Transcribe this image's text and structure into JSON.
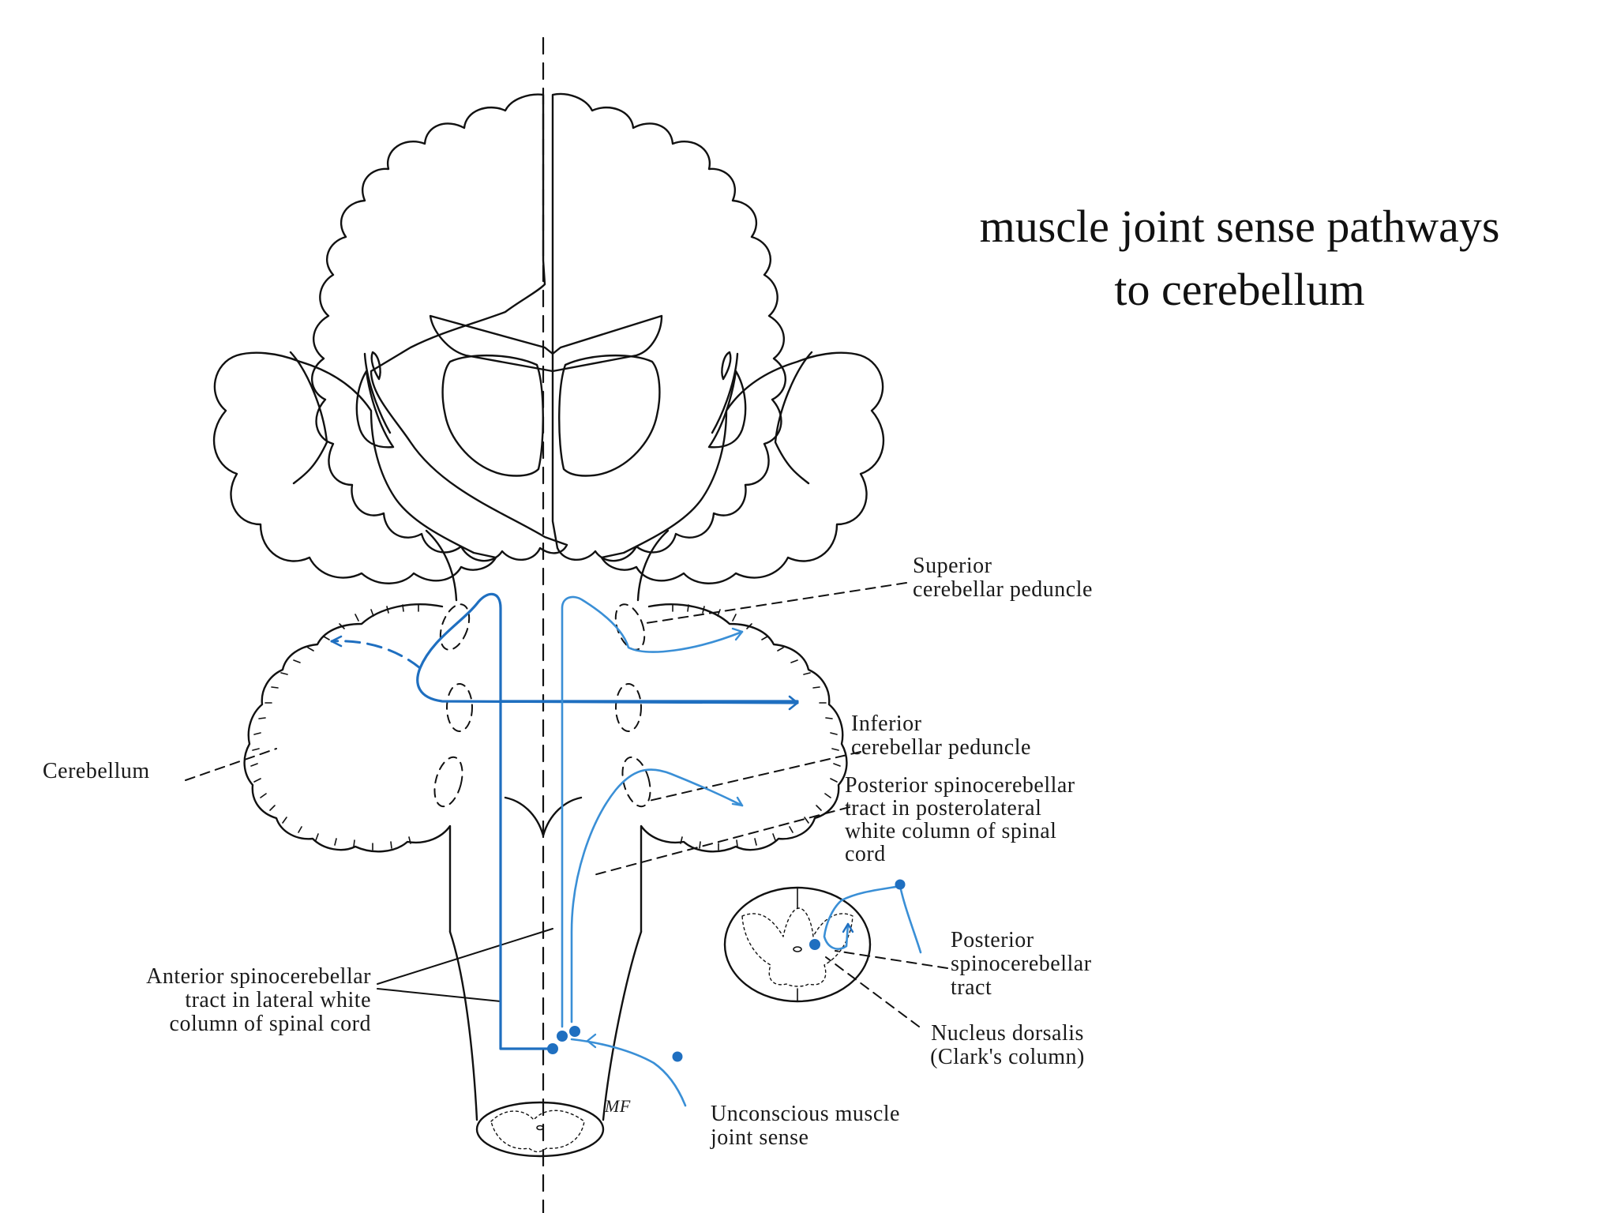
{
  "title": {
    "line1": "muscle joint sense pathways",
    "line2": "to cerebellum"
  },
  "labels": {
    "superior_peduncle": [
      "Superior",
      "cerebellar peduncle"
    ],
    "inferior_peduncle": [
      "Inferior",
      "cerebellar peduncle"
    ],
    "posterior_tract_cord": [
      "Posterior spinocerebellar",
      "tract in posterolateral",
      "white column of spinal",
      "cord"
    ],
    "cerebellum": "Cerebellum",
    "anterior_tract": [
      "Anterior spinocerebellar",
      "tract in  lateral white",
      "column of spinal cord"
    ],
    "posterior_tract_cross": [
      "Posterior",
      "spinocerebellar",
      "tract"
    ],
    "nucleus_dorsalis": [
      "Nucleus dorsalis",
      "(Clark's column)"
    ],
    "unconscious_sense": [
      "Unconscious muscle",
      "joint sense"
    ],
    "artist_mark": "MF"
  },
  "colors": {
    "pathway_blue": "#1f6fc0",
    "pathway_light_blue": "#3a8fd6",
    "outline": "#111111"
  }
}
